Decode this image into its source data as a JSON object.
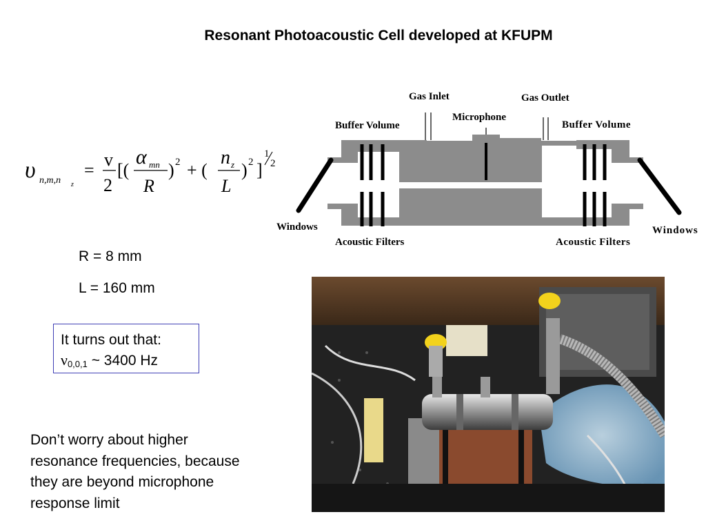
{
  "title": "Resonant Photoacoustic Cell developed at KFUPM",
  "diagram": {
    "labels": {
      "gas_inlet": "Gas Inlet",
      "gas_outlet": "Gas Outlet",
      "microphone": "Microphone",
      "buffer_left": "Buffer Volume",
      "buffer_right": "Buffer Volume",
      "windows_left": "Windows",
      "windows_right": "Windows",
      "filters_left": "Acoustic Filters",
      "filters_right": "Acoustic Filters"
    },
    "colors": {
      "cell": "#8c8c8c",
      "filter": "#000000"
    }
  },
  "formula": {
    "lhs": "υ",
    "lhs_sub": "n,m,n",
    "lhs_subsub": "z",
    "equals": "=",
    "v": "v",
    "two": "2",
    "bracket_open": "[(",
    "alpha": "α",
    "alpha_sub": "mn",
    "R": "R",
    "close_paren_sq": ")",
    "sq1": "2",
    "plus_open": "+ (",
    "n": "n",
    "n_sub": "z",
    "L": "L",
    "close_paren_sq2": ")",
    "sq2": "2",
    "bracket_close": "]",
    "exp_num": "1",
    "exp_den": "2"
  },
  "params": {
    "R": "R = 8 mm",
    "L": "L = 160 mm"
  },
  "note": {
    "line1": "It turns out that:",
    "nu": "ν",
    "sub": "0,0,1",
    "rest": " ~ 3400 Hz"
  },
  "remark": "Don’t worry about higher resonance frequencies, because they are beyond microphone response limit",
  "photo": {
    "icon": "lab-setup-photo"
  }
}
